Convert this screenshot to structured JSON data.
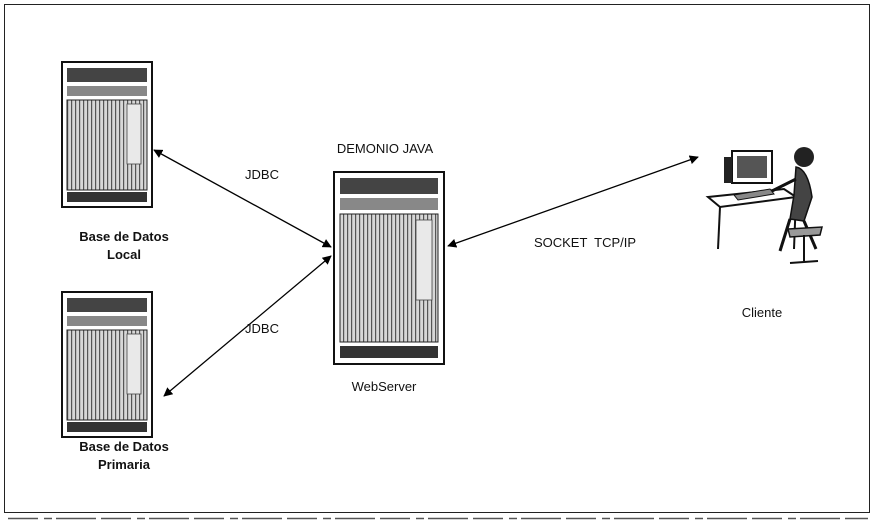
{
  "nodes": {
    "db_local": {
      "line1": "Base de Datos",
      "line2": "Local"
    },
    "db_primary": {
      "line1": "Base de Datos",
      "line2": "Primaria"
    },
    "webserver": {
      "title": "DEMONIO JAVA",
      "caption": "WebServer"
    },
    "client": {
      "caption": "Cliente"
    }
  },
  "edges": {
    "jdbc_local": "JDBC",
    "jdbc_primary": "JDBC",
    "socket": "SOCKET  TCP/IP"
  }
}
